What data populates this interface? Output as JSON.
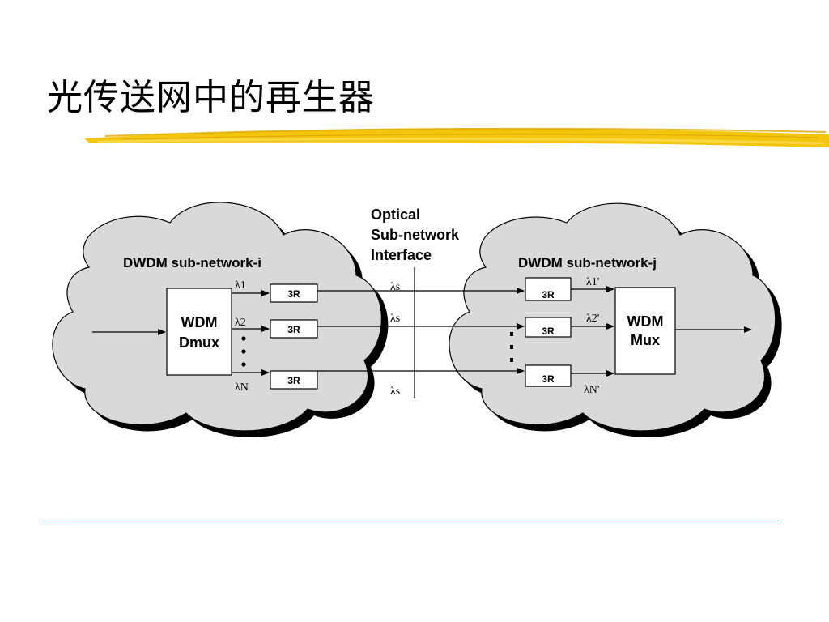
{
  "slide": {
    "title": "光传送网中的再生器",
    "colors": {
      "brush_accent": "#f2c200",
      "footer_rule": "#4a9ea0",
      "cloud_fill": "#d9d9d9",
      "cloud_shadow": "#000000"
    }
  },
  "diagram": {
    "interface_label": [
      "Optical",
      "Sub-network",
      "Interface"
    ],
    "left_network": {
      "title": "DWDM sub-network-i",
      "device_line1": "WDM",
      "device_line2": "Dmux",
      "wavelengths": [
        "λ1",
        "λ2",
        "λN"
      ],
      "regenerators": [
        "3R",
        "3R",
        "3R"
      ]
    },
    "right_network": {
      "title": "DWDM sub-network-j",
      "device_line1": "WDM",
      "device_line2": "Mux",
      "wavelengths": [
        "λ1'",
        "λ2'",
        "λN'"
      ],
      "regenerators": [
        "3R",
        "3R",
        "3R"
      ]
    },
    "crossing_labels": [
      "λs",
      "λs",
      "λs"
    ]
  }
}
